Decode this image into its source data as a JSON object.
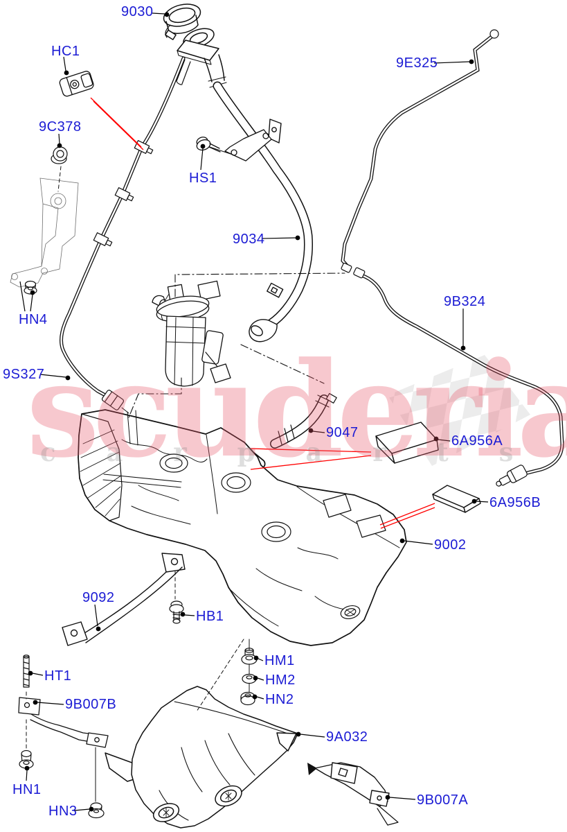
{
  "watermark": {
    "title": "scuderia",
    "subtitle": "c a r p a r t s"
  },
  "colors": {
    "label_blue": "#1b1bd4",
    "leader_black": "#000000",
    "callout_red": "#ff0000",
    "line_ink": "#111111",
    "watermark_pink": "rgba(231,84,103,0.32)",
    "watermark_gray": "rgba(125,125,125,0.25)",
    "checker_gray": "#ececec"
  },
  "labels": [
    {
      "text": "9030"
    },
    {
      "text": "HC1"
    },
    {
      "text": "9C378"
    },
    {
      "text": "HS1"
    },
    {
      "text": "9034"
    },
    {
      "text": "9E325"
    },
    {
      "text": "9B324"
    },
    {
      "text": "HN4"
    },
    {
      "text": "9S327"
    },
    {
      "text": "9047"
    },
    {
      "text": "6A956A"
    },
    {
      "text": "6A956B"
    },
    {
      "text": "9002"
    },
    {
      "text": "9092"
    },
    {
      "text": "HB1"
    },
    {
      "text": "HM1"
    },
    {
      "text": "HM2"
    },
    {
      "text": "HN2"
    },
    {
      "text": "HT1"
    },
    {
      "text": "9B007B"
    },
    {
      "text": "HN1"
    },
    {
      "text": "HN3"
    },
    {
      "text": "9A032"
    },
    {
      "text": "9B007A"
    }
  ]
}
